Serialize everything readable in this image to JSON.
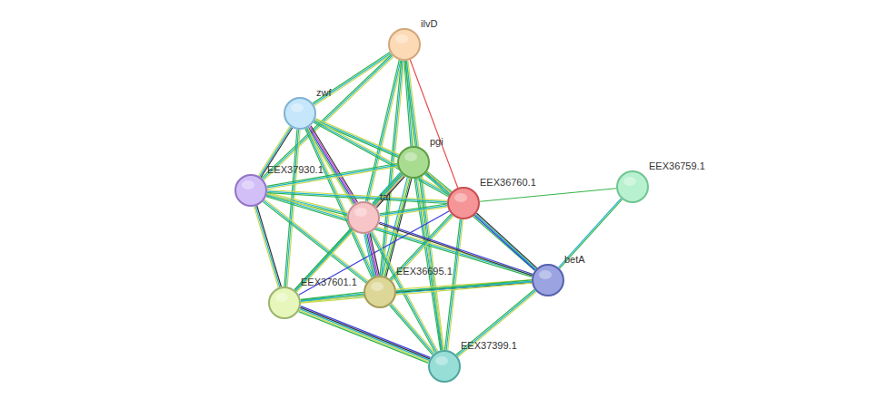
{
  "diagram": {
    "nodes": [
      {
        "text": [
          "ilvD"
        ]
      },
      {
        "text": [
          "zwf"
        ]
      },
      {
        "text": [
          "pgi"
        ]
      },
      {
        "text": [
          "EEX37930.1"
        ]
      },
      {
        "text": [
          "EEX36760.1"
        ]
      },
      {
        "text": [
          "EEX36759.1"
        ]
      },
      {
        "text": [
          "tal"
        ]
      },
      {
        "text": [
          "betA"
        ]
      },
      {
        "text": [
          "EEX36695.1"
        ]
      },
      {
        "text": [
          "EEX37601.1"
        ]
      },
      {
        "text": [
          "EEX37399.1"
        ]
      }
    ],
    "edges": [
      {
        "from": 0,
        "to": 1,
        "arrow": "none"
      },
      {
        "from": 0,
        "to": 2,
        "arrow": "none"
      },
      {
        "from": 0,
        "to": 3,
        "arrow": "none"
      },
      {
        "from": 0,
        "to": 4,
        "arrow": "none"
      },
      {
        "from": 0,
        "to": 6,
        "arrow": "none"
      },
      {
        "from": 0,
        "to": 8,
        "arrow": "none"
      },
      {
        "from": 0,
        "to": 10,
        "arrow": "none"
      },
      {
        "from": 1,
        "to": 2,
        "arrow": "none"
      },
      {
        "from": 1,
        "to": 3,
        "arrow": "none"
      },
      {
        "from": 1,
        "to": 6,
        "arrow": "none"
      },
      {
        "from": 1,
        "to": 4,
        "arrow": "none"
      },
      {
        "from": 1,
        "to": 8,
        "arrow": "none"
      },
      {
        "from": 1,
        "to": 9,
        "arrow": "none"
      },
      {
        "from": 2,
        "to": 3,
        "arrow": "none"
      },
      {
        "from": 2,
        "to": 4,
        "arrow": "none"
      },
      {
        "from": 2,
        "to": 6,
        "arrow": "none"
      },
      {
        "from": 2,
        "to": 8,
        "arrow": "none"
      },
      {
        "from": 2,
        "to": 9,
        "arrow": "none"
      },
      {
        "from": 2,
        "to": 10,
        "arrow": "none"
      },
      {
        "from": 2,
        "to": 7,
        "arrow": "none"
      },
      {
        "from": 3,
        "to": 6,
        "arrow": "none"
      },
      {
        "from": 3,
        "to": 4,
        "arrow": "none"
      },
      {
        "from": 3,
        "to": 8,
        "arrow": "none"
      },
      {
        "from": 3,
        "to": 9,
        "arrow": "none"
      },
      {
        "from": 3,
        "to": 7,
        "arrow": "none"
      },
      {
        "from": 4,
        "to": 5,
        "arrow": "none"
      },
      {
        "from": 4,
        "to": 6,
        "arrow": "none"
      },
      {
        "from": 4,
        "to": 7,
        "arrow": "none"
      },
      {
        "from": 4,
        "to": 8,
        "arrow": "none"
      },
      {
        "from": 4,
        "to": 9,
        "arrow": "none"
      },
      {
        "from": 4,
        "to": 10,
        "arrow": "none"
      },
      {
        "from": 5,
        "to": 7,
        "arrow": "none"
      },
      {
        "from": 6,
        "to": 7,
        "arrow": "none"
      },
      {
        "from": 6,
        "to": 8,
        "arrow": "none"
      },
      {
        "from": 6,
        "to": 9,
        "arrow": "none"
      },
      {
        "from": 6,
        "to": 10,
        "arrow": "none"
      },
      {
        "from": 7,
        "to": 8,
        "arrow": "none"
      },
      {
        "from": 7,
        "to": 9,
        "arrow": "none"
      },
      {
        "from": 7,
        "to": 10,
        "arrow": "none"
      },
      {
        "from": 8,
        "to": 9,
        "arrow": "none"
      },
      {
        "from": 8,
        "to": 10,
        "arrow": "none"
      },
      {
        "from": 9,
        "to": 10,
        "arrow": "none"
      }
    ]
  }
}
